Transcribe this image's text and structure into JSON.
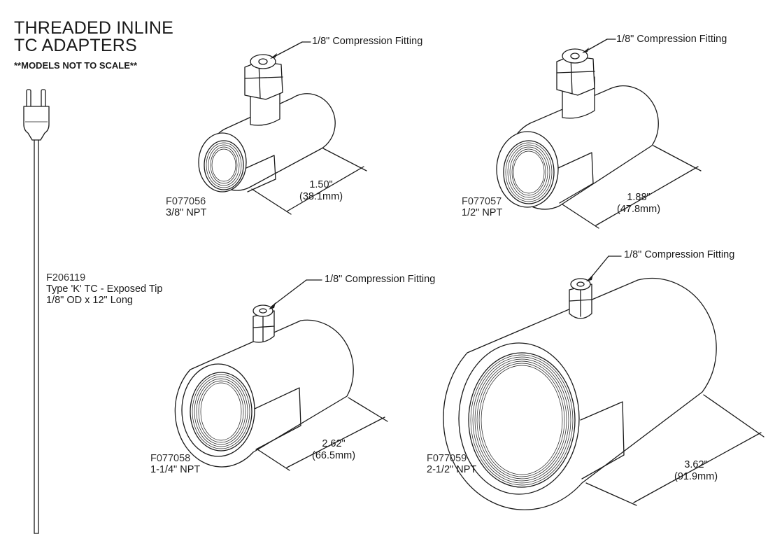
{
  "header": {
    "title_line1": "THREADED INLINE",
    "title_line2": "TC ADAPTERS",
    "subtitle": "**MODELS NOT TO SCALE**"
  },
  "probe": {
    "part_number": "F206119",
    "line2": "Type 'K' TC - Exposed Tip",
    "line3": "1/8\" OD x 12\" Long"
  },
  "adapters": [
    {
      "part_number": "F077056",
      "thread": "3/8\" NPT",
      "length_in": "1.50\"",
      "length_mm": "(38.1mm)",
      "fitting": "1/8\" Compression Fitting"
    },
    {
      "part_number": "F077057",
      "thread": "1/2\" NPT",
      "length_in": "1.88\"",
      "length_mm": "(47.8mm)",
      "fitting": "1/8\" Compression Fitting"
    },
    {
      "part_number": "F077058",
      "thread": "1-1/4\" NPT",
      "length_in": "2.62\"",
      "length_mm": "(66.5mm)",
      "fitting": "1/8\" Compression Fitting"
    },
    {
      "part_number": "F077059",
      "thread": "2-1/2\" NPT",
      "length_in": "3.62\"",
      "length_mm": "(91.9mm)",
      "fitting": "1/8\" Compression Fitting"
    }
  ],
  "colors": {
    "line": "#1a1a1a",
    "background": "#ffffff"
  }
}
